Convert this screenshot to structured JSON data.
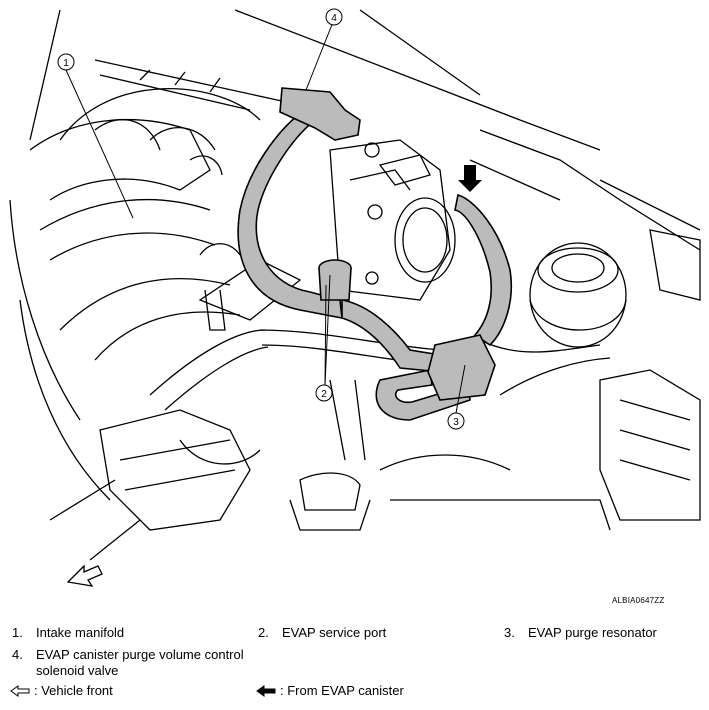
{
  "callouts": [
    "1",
    "2",
    "3",
    "4"
  ],
  "figure_code": "ALBIA0647ZZ",
  "legend": [
    {
      "num": "1.",
      "text": "Intake manifold"
    },
    {
      "num": "2.",
      "text": "EVAP service port"
    },
    {
      "num": "3.",
      "text": "EVAP purge resonator"
    },
    {
      "num": "4.",
      "text": "EVAP canister purge volume control solenoid valve"
    }
  ],
  "symbols": {
    "vehicle_front": ": Vehicle front",
    "from_canister": ": From EVAP canister"
  }
}
